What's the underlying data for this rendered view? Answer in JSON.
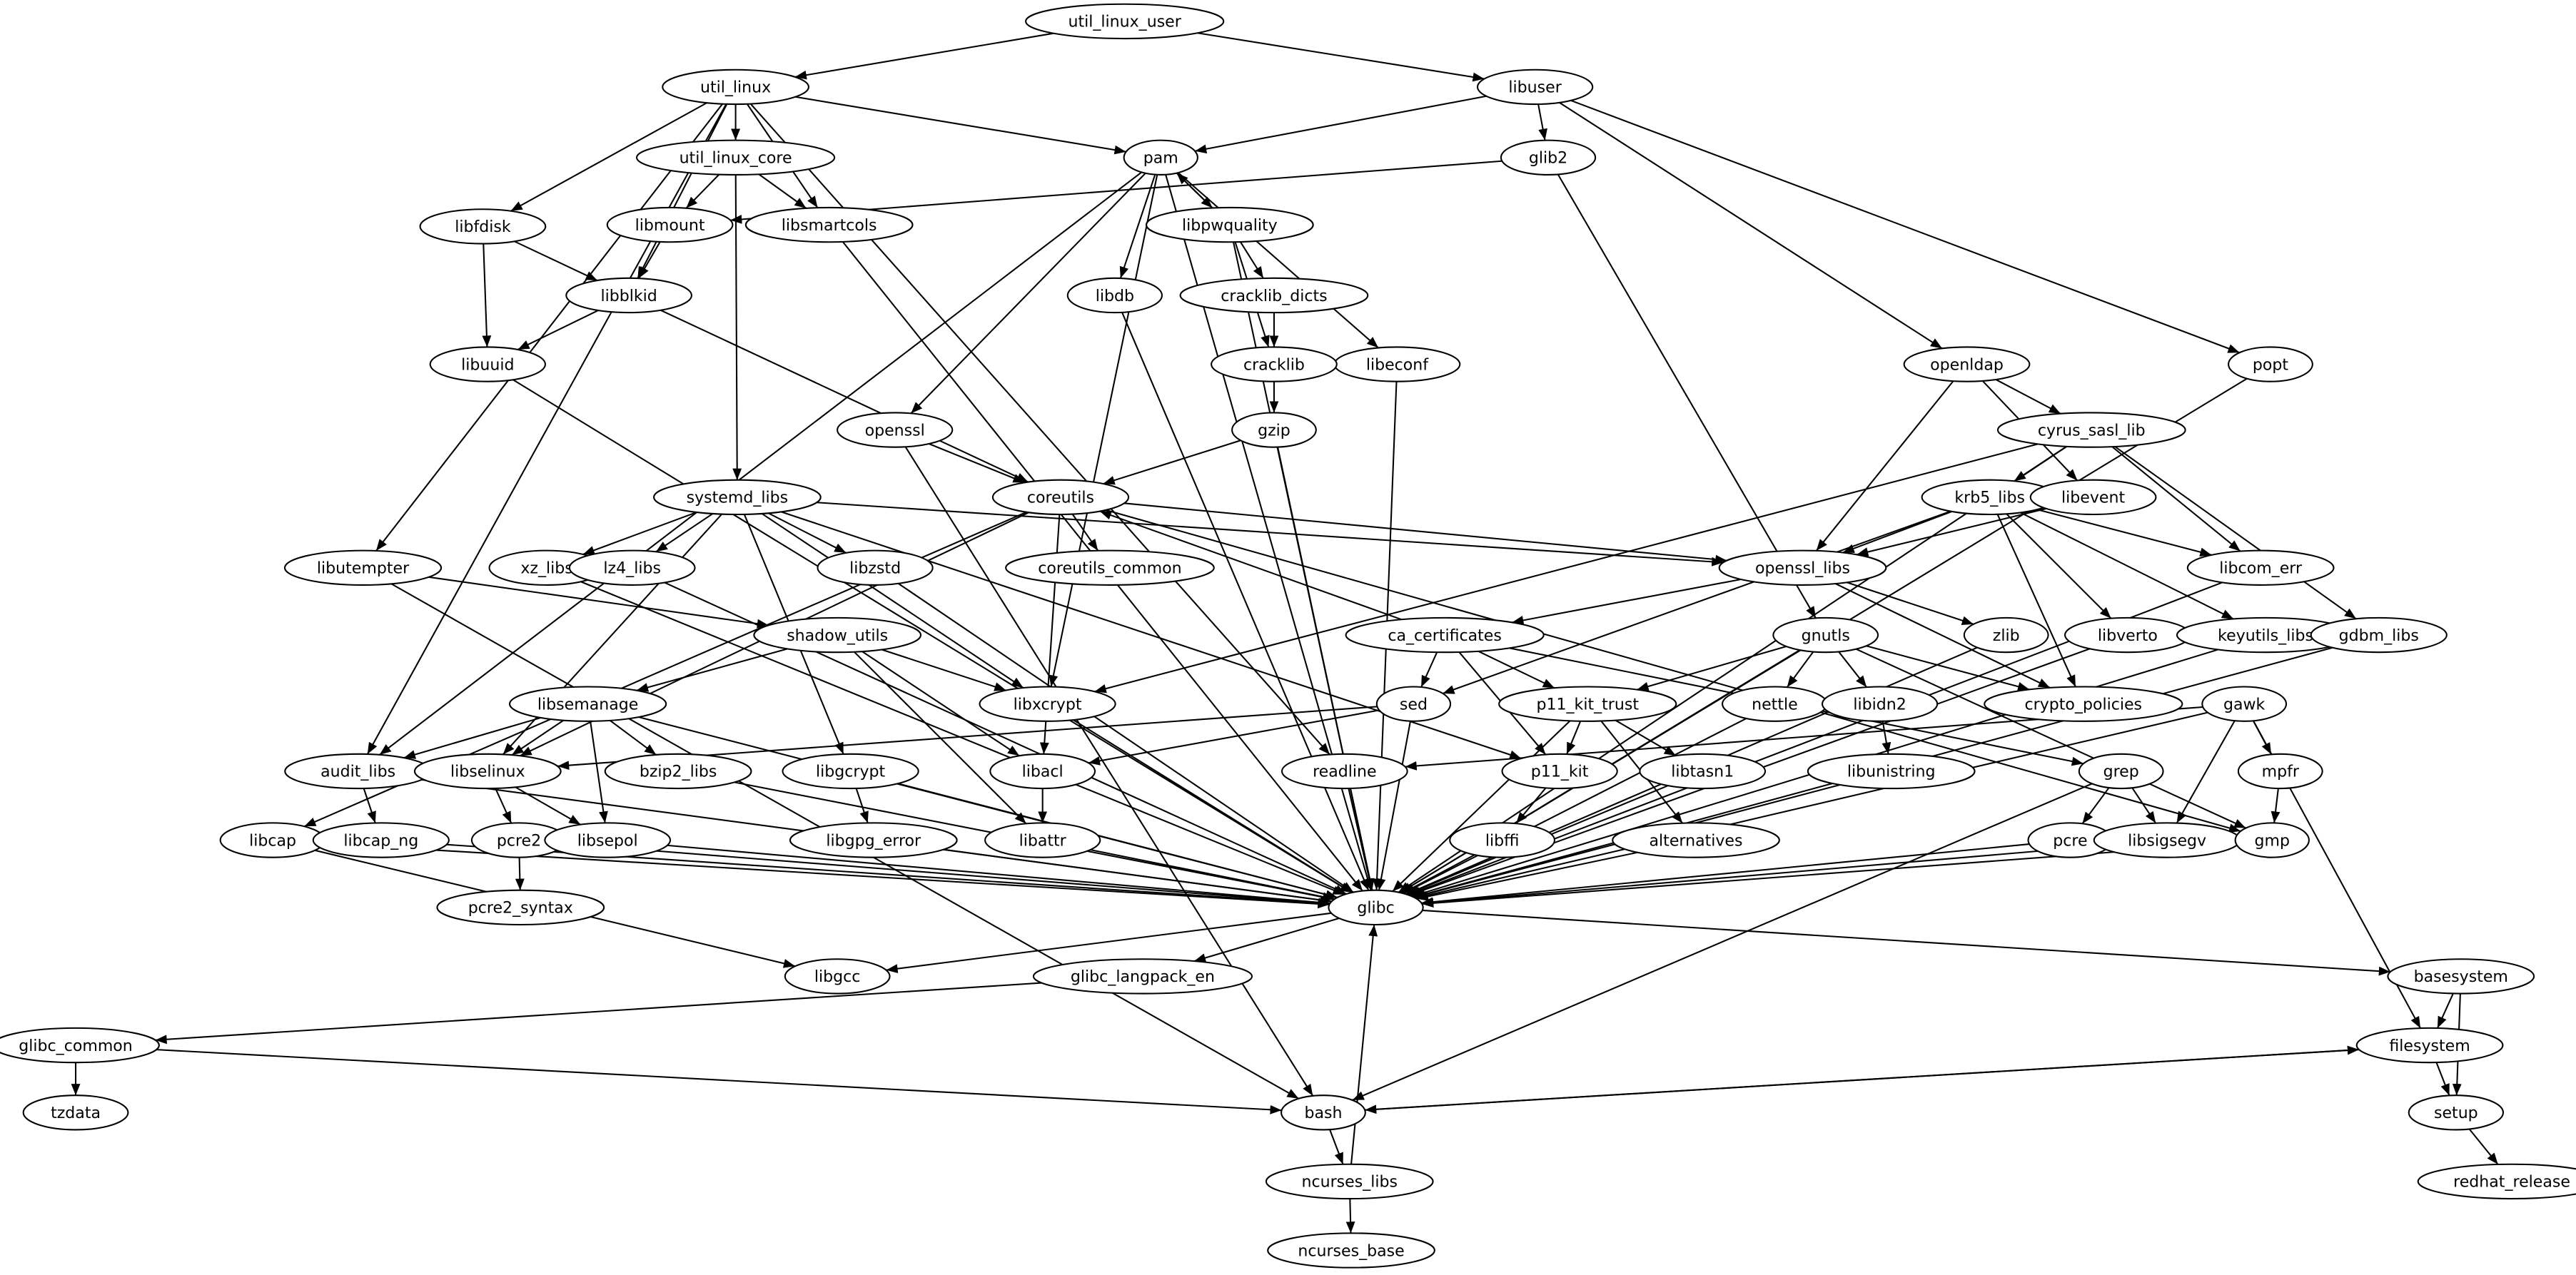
{
  "graph": {
    "nodes": [
      "util_linux_user",
      "util_linux",
      "libuser",
      "util_linux_core",
      "pam",
      "glib2",
      "libfdisk",
      "libmount",
      "libsmartcols",
      "libpwquality",
      "libblkid",
      "libdb",
      "cracklib_dicts",
      "libeconf",
      "popt",
      "libuuid",
      "cracklib",
      "openldap",
      "gzip",
      "openssl",
      "cyrus_sasl_lib",
      "coreutils",
      "systemd_libs",
      "krb5_libs",
      "libevent",
      "libutempter",
      "xz_libs",
      "lz4_libs",
      "libzstd",
      "coreutils_common",
      "openssl_libs",
      "libcom_err",
      "shadow_utils",
      "ca_certificates",
      "gnutls",
      "zlib",
      "libverto",
      "keyutils_libs",
      "gdbm_libs",
      "libsemanage",
      "libxcrypt",
      "sed",
      "p11_kit_trust",
      "nettle",
      "libidn2",
      "crypto_policies",
      "gawk",
      "audit_libs",
      "libselinux",
      "bzip2_libs",
      "libgcrypt",
      "libacl",
      "readline",
      "p11_kit",
      "libtasn1",
      "libunistring",
      "grep",
      "mpfr",
      "libcap",
      "libcap_ng",
      "pcre2",
      "libsepol",
      "libgpg_error",
      "libattr",
      "libffi",
      "alternatives",
      "pcre",
      "libsigsegv",
      "gmp",
      "glibc",
      "pcre2_syntax",
      "libgcc",
      "glibc_langpack_en",
      "basesystem",
      "glibc_common",
      "filesystem",
      "tzdata",
      "bash",
      "setup",
      "ncurses_libs",
      "redhat_release",
      "ncurses_base"
    ],
    "edges": [
      [
        "util_linux_user",
        "util_linux"
      ],
      [
        "util_linux_user",
        "libuser"
      ],
      [
        "util_linux",
        "libfdisk"
      ],
      [
        "util_linux",
        "util_linux_core"
      ],
      [
        "util_linux",
        "libsmartcols"
      ],
      [
        "util_linux",
        "libblkid"
      ],
      [
        "util_linux",
        "pam"
      ],
      [
        "util_linux",
        "audit_libs"
      ],
      [
        "util_linux",
        "libutempter"
      ],
      [
        "util_linux",
        "readline"
      ],
      [
        "libuser",
        "pam"
      ],
      [
        "libuser",
        "glib2"
      ],
      [
        "libuser",
        "openldap"
      ],
      [
        "libuser",
        "popt"
      ],
      [
        "util_linux_core",
        "libmount"
      ],
      [
        "util_linux_core",
        "libsmartcols"
      ],
      [
        "util_linux_core",
        "systemd_libs"
      ],
      [
        "pam",
        "libpwquality"
      ],
      [
        "pam",
        "libdb"
      ],
      [
        "pam",
        "libeconf"
      ],
      [
        "pam",
        "openssl"
      ],
      [
        "pam",
        "libxcrypt"
      ],
      [
        "pam",
        "audit_libs"
      ],
      [
        "pam",
        "glibc"
      ],
      [
        "libpwquality",
        "pam"
      ],
      [
        "libpwquality",
        "cracklib_dicts"
      ],
      [
        "libpwquality",
        "cracklib"
      ],
      [
        "libpwquality",
        "glibc"
      ],
      [
        "glib2",
        "libmount"
      ],
      [
        "glib2",
        "gnutls"
      ],
      [
        "libfdisk",
        "libblkid"
      ],
      [
        "libfdisk",
        "libuuid"
      ],
      [
        "libmount",
        "libblkid"
      ],
      [
        "libsmartcols",
        "glibc"
      ],
      [
        "libblkid",
        "libuuid"
      ],
      [
        "libblkid",
        "coreutils"
      ],
      [
        "libuuid",
        "glibc"
      ],
      [
        "libdb",
        "glibc"
      ],
      [
        "cracklib_dicts",
        "cracklib"
      ],
      [
        "cracklib",
        "gzip"
      ],
      [
        "gzip",
        "coreutils"
      ],
      [
        "gzip",
        "glibc"
      ],
      [
        "libeconf",
        "glibc"
      ],
      [
        "popt",
        "glibc"
      ],
      [
        "openldap",
        "cyrus_sasl_lib"
      ],
      [
        "openldap",
        "libevent"
      ],
      [
        "openldap",
        "openssl_libs"
      ],
      [
        "cyrus_sasl_lib",
        "krb5_libs"
      ],
      [
        "cyrus_sasl_lib",
        "libcom_err"
      ],
      [
        "cyrus_sasl_lib",
        "gdbm_libs"
      ],
      [
        "cyrus_sasl_lib",
        "glibc"
      ],
      [
        "cyrus_sasl_lib",
        "libxcrypt"
      ],
      [
        "openssl",
        "coreutils"
      ],
      [
        "openssl",
        "bash"
      ],
      [
        "coreutils",
        "coreutils_common"
      ],
      [
        "coreutils",
        "openssl_libs"
      ],
      [
        "coreutils",
        "libacl"
      ],
      [
        "coreutils",
        "libselinux"
      ],
      [
        "coreutils",
        "libcap"
      ],
      [
        "coreutils",
        "gmp"
      ],
      [
        "systemd_libs",
        "xz_libs"
      ],
      [
        "systemd_libs",
        "lz4_libs"
      ],
      [
        "systemd_libs",
        "libzstd"
      ],
      [
        "systemd_libs",
        "libgcrypt"
      ],
      [
        "systemd_libs",
        "libxcrypt"
      ],
      [
        "systemd_libs",
        "libselinux"
      ],
      [
        "systemd_libs",
        "p11_kit"
      ],
      [
        "systemd_libs",
        "openssl_libs"
      ],
      [
        "krb5_libs",
        "openssl_libs"
      ],
      [
        "krb5_libs",
        "libcom_err"
      ],
      [
        "krb5_libs",
        "libverto"
      ],
      [
        "krb5_libs",
        "keyutils_libs"
      ],
      [
        "krb5_libs",
        "sed"
      ],
      [
        "krb5_libs",
        "crypto_policies"
      ],
      [
        "libevent",
        "openssl_libs"
      ],
      [
        "libutempter",
        "shadow_utils"
      ],
      [
        "libutempter",
        "bash"
      ],
      [
        "xz_libs",
        "glibc"
      ],
      [
        "lz4_libs",
        "glibc"
      ],
      [
        "libzstd",
        "glibc"
      ],
      [
        "openssl_libs",
        "ca_certificates"
      ],
      [
        "openssl_libs",
        "zlib"
      ],
      [
        "openssl_libs",
        "crypto_policies"
      ],
      [
        "libcom_err",
        "glibc"
      ],
      [
        "ca_certificates",
        "coreutils"
      ],
      [
        "ca_certificates",
        "sed"
      ],
      [
        "ca_certificates",
        "p11_kit_trust"
      ],
      [
        "ca_certificates",
        "p11_kit"
      ],
      [
        "ca_certificates",
        "grep"
      ],
      [
        "gnutls",
        "p11_kit_trust"
      ],
      [
        "gnutls",
        "nettle"
      ],
      [
        "gnutls",
        "libidn2"
      ],
      [
        "gnutls",
        "crypto_policies"
      ],
      [
        "gnutls",
        "gmp"
      ],
      [
        "gnutls",
        "glibc"
      ],
      [
        "zlib",
        "glibc"
      ],
      [
        "libverto",
        "glibc"
      ],
      [
        "keyutils_libs",
        "glibc"
      ],
      [
        "gdbm_libs",
        "glibc"
      ],
      [
        "shadow_utils",
        "libsemanage"
      ],
      [
        "shadow_utils",
        "libxcrypt"
      ],
      [
        "shadow_utils",
        "libacl"
      ],
      [
        "shadow_utils",
        "libattr"
      ],
      [
        "libsemanage",
        "audit_libs"
      ],
      [
        "libsemanage",
        "libselinux"
      ],
      [
        "libsemanage",
        "libsepol"
      ],
      [
        "libsemanage",
        "bzip2_libs"
      ],
      [
        "libsemanage",
        "glibc"
      ],
      [
        "libxcrypt",
        "glibc"
      ],
      [
        "sed",
        "libselinux"
      ],
      [
        "sed",
        "libacl"
      ],
      [
        "sed",
        "glibc"
      ],
      [
        "p11_kit_trust",
        "p11_kit"
      ],
      [
        "p11_kit_trust",
        "libtasn1"
      ],
      [
        "p11_kit_trust",
        "alternatives"
      ],
      [
        "p11_kit_trust",
        "glibc"
      ],
      [
        "nettle",
        "glibc"
      ],
      [
        "libidn2",
        "libunistring"
      ],
      [
        "gawk",
        "readline"
      ],
      [
        "gawk",
        "mpfr"
      ],
      [
        "gawk",
        "libsigsegv"
      ],
      [
        "gawk",
        "filesystem"
      ],
      [
        "gawk",
        "glibc"
      ],
      [
        "audit_libs",
        "libcap_ng"
      ],
      [
        "audit_libs",
        "glibc"
      ],
      [
        "libselinux",
        "pcre2"
      ],
      [
        "libselinux",
        "libsepol"
      ],
      [
        "bzip2_libs",
        "glibc"
      ],
      [
        "libgcrypt",
        "libgpg_error"
      ],
      [
        "libgcrypt",
        "glibc"
      ],
      [
        "libacl",
        "libattr"
      ],
      [
        "readline",
        "glibc"
      ],
      [
        "p11_kit",
        "libffi"
      ],
      [
        "libtasn1",
        "glibc"
      ],
      [
        "libunistring",
        "glibc"
      ],
      [
        "grep",
        "pcre"
      ],
      [
        "grep",
        "libsigsegv"
      ],
      [
        "grep",
        "bash"
      ],
      [
        "mpfr",
        "gmp"
      ],
      [
        "libcap",
        "glibc"
      ],
      [
        "libcap",
        "libgcc"
      ],
      [
        "libcap_ng",
        "glibc"
      ],
      [
        "pcre2",
        "pcre2_syntax"
      ],
      [
        "pcre2",
        "glibc"
      ],
      [
        "libsepol",
        "glibc"
      ],
      [
        "libgpg_error",
        "glibc"
      ],
      [
        "libattr",
        "glibc"
      ],
      [
        "libffi",
        "glibc"
      ],
      [
        "alternatives",
        "glibc"
      ],
      [
        "pcre",
        "glibc"
      ],
      [
        "libsigsegv",
        "glibc"
      ],
      [
        "gmp",
        "glibc"
      ],
      [
        "glibc",
        "libgcc"
      ],
      [
        "glibc",
        "glibc_langpack_en"
      ],
      [
        "glibc",
        "basesystem"
      ],
      [
        "glibc_langpack_en",
        "glibc_common"
      ],
      [
        "glibc_common",
        "tzdata"
      ],
      [
        "glibc_common",
        "bash"
      ],
      [
        "basesystem",
        "filesystem"
      ],
      [
        "basesystem",
        "setup"
      ],
      [
        "filesystem",
        "setup"
      ],
      [
        "filesystem",
        "bash"
      ],
      [
        "bash",
        "ncurses_libs"
      ],
      [
        "bash",
        "filesystem"
      ],
      [
        "ncurses_libs",
        "ncurses_base"
      ],
      [
        "ncurses_libs",
        "glibc"
      ],
      [
        "setup",
        "redhat_release"
      ]
    ]
  }
}
